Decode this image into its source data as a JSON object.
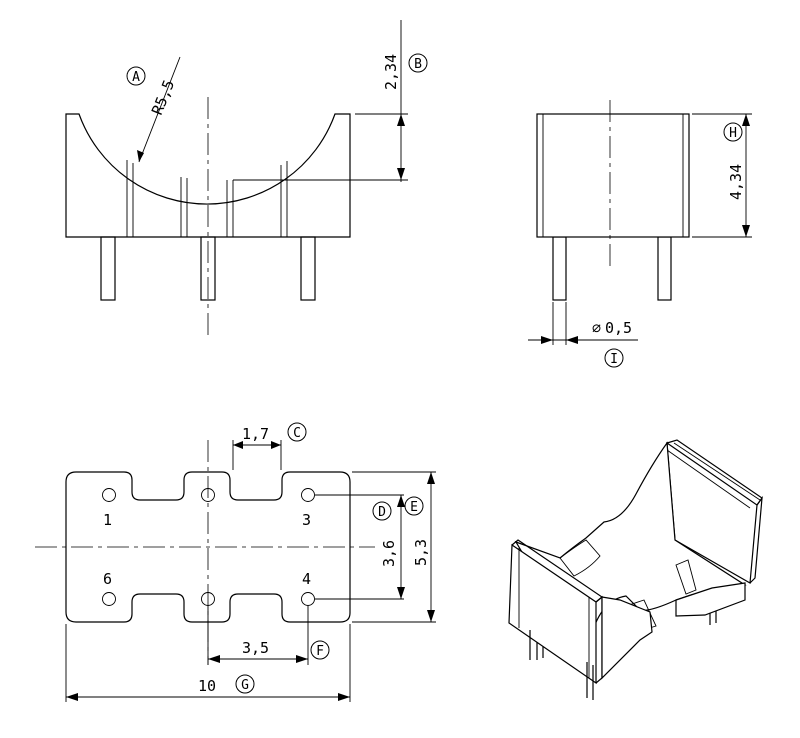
{
  "dimensions": {
    "radius": "R5,5",
    "top_gap": "2,34",
    "height": "4,34",
    "pin_diameter": "0,5",
    "slot_width": "1,7",
    "pin_row_gap": "3,6",
    "overall_depth": "5,3",
    "pin_pitch": "3,5",
    "overall_length": "10"
  },
  "callouts": {
    "a": "A",
    "b": "B",
    "c": "C",
    "d": "D",
    "e": "E",
    "f": "F",
    "g": "G",
    "h": "H",
    "i": "I"
  },
  "pins": {
    "p1": "1",
    "p3": "3",
    "p4": "4",
    "p6": "6"
  },
  "symbols": {
    "diameter": "⌀"
  }
}
